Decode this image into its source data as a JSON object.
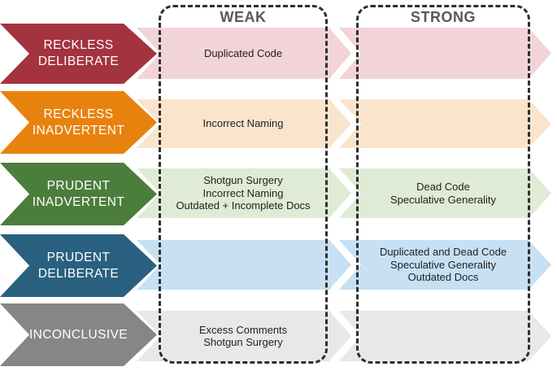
{
  "columns": {
    "weak": {
      "header": "WEAK"
    },
    "strong": {
      "header": "STRONG"
    }
  },
  "header_color": "#595959",
  "outline_color": "#2e2e2e",
  "rows": [
    {
      "label": "RECKLESS\nDELIBERATE",
      "label_color": "#a3333e",
      "band_color": "#f2d4d8",
      "weak": "Duplicated Code",
      "strong": ""
    },
    {
      "label": "RECKLESS\nINADVERTENT",
      "label_color": "#e8820e",
      "band_color": "#fbe4cc",
      "weak": "Incorrect Naming",
      "strong": ""
    },
    {
      "label": "PRUDENT\nINADVERTENT",
      "label_color": "#4b7d3c",
      "band_color": "#dfebd5",
      "weak": "Shotgun Surgery\nIncorrect Naming\nOutdated + Incomplete Docs",
      "strong": "Dead Code\nSpeculative Generality"
    },
    {
      "label": "PRUDENT\nDELIBERATE",
      "label_color": "#2a607f",
      "band_color": "#c7e0f4",
      "weak": "",
      "strong": "Duplicated and Dead Code\nSpeculative Generality\nOutdated Docs"
    },
    {
      "label": "INCONCLUSIVE",
      "label_color": "#868686",
      "band_color": "#e8e8e8",
      "weak": "Excess Comments\nShotgun Surgery",
      "strong": ""
    }
  ]
}
